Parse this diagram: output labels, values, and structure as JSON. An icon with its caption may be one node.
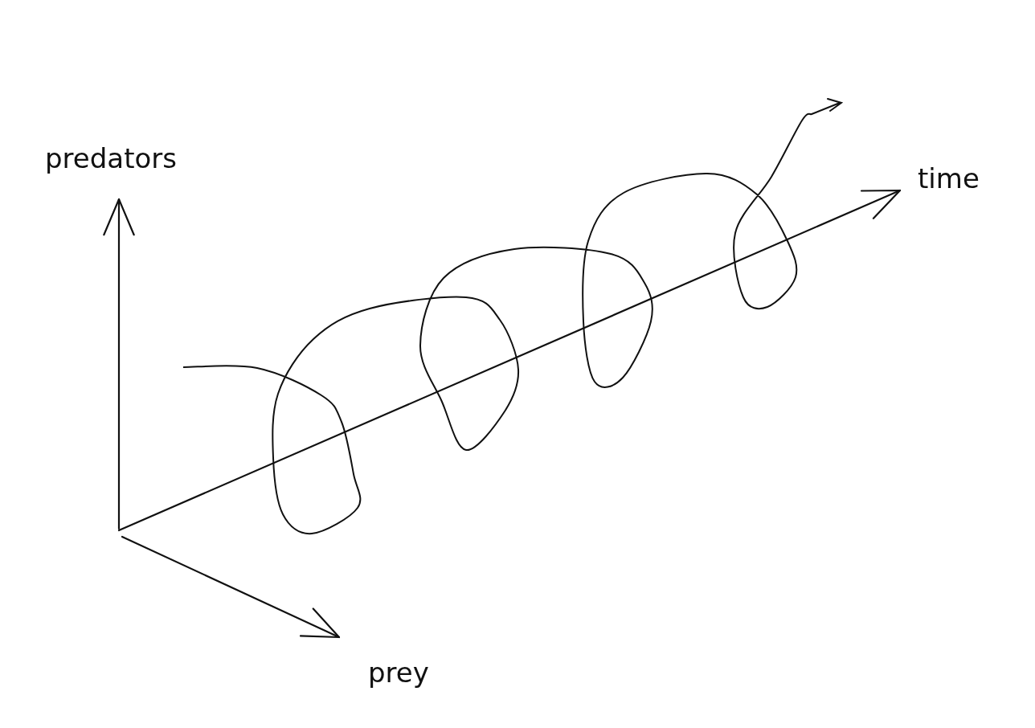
{
  "diagram": {
    "labels": [
      "predators",
      "time",
      "prey"
    ]
  }
}
